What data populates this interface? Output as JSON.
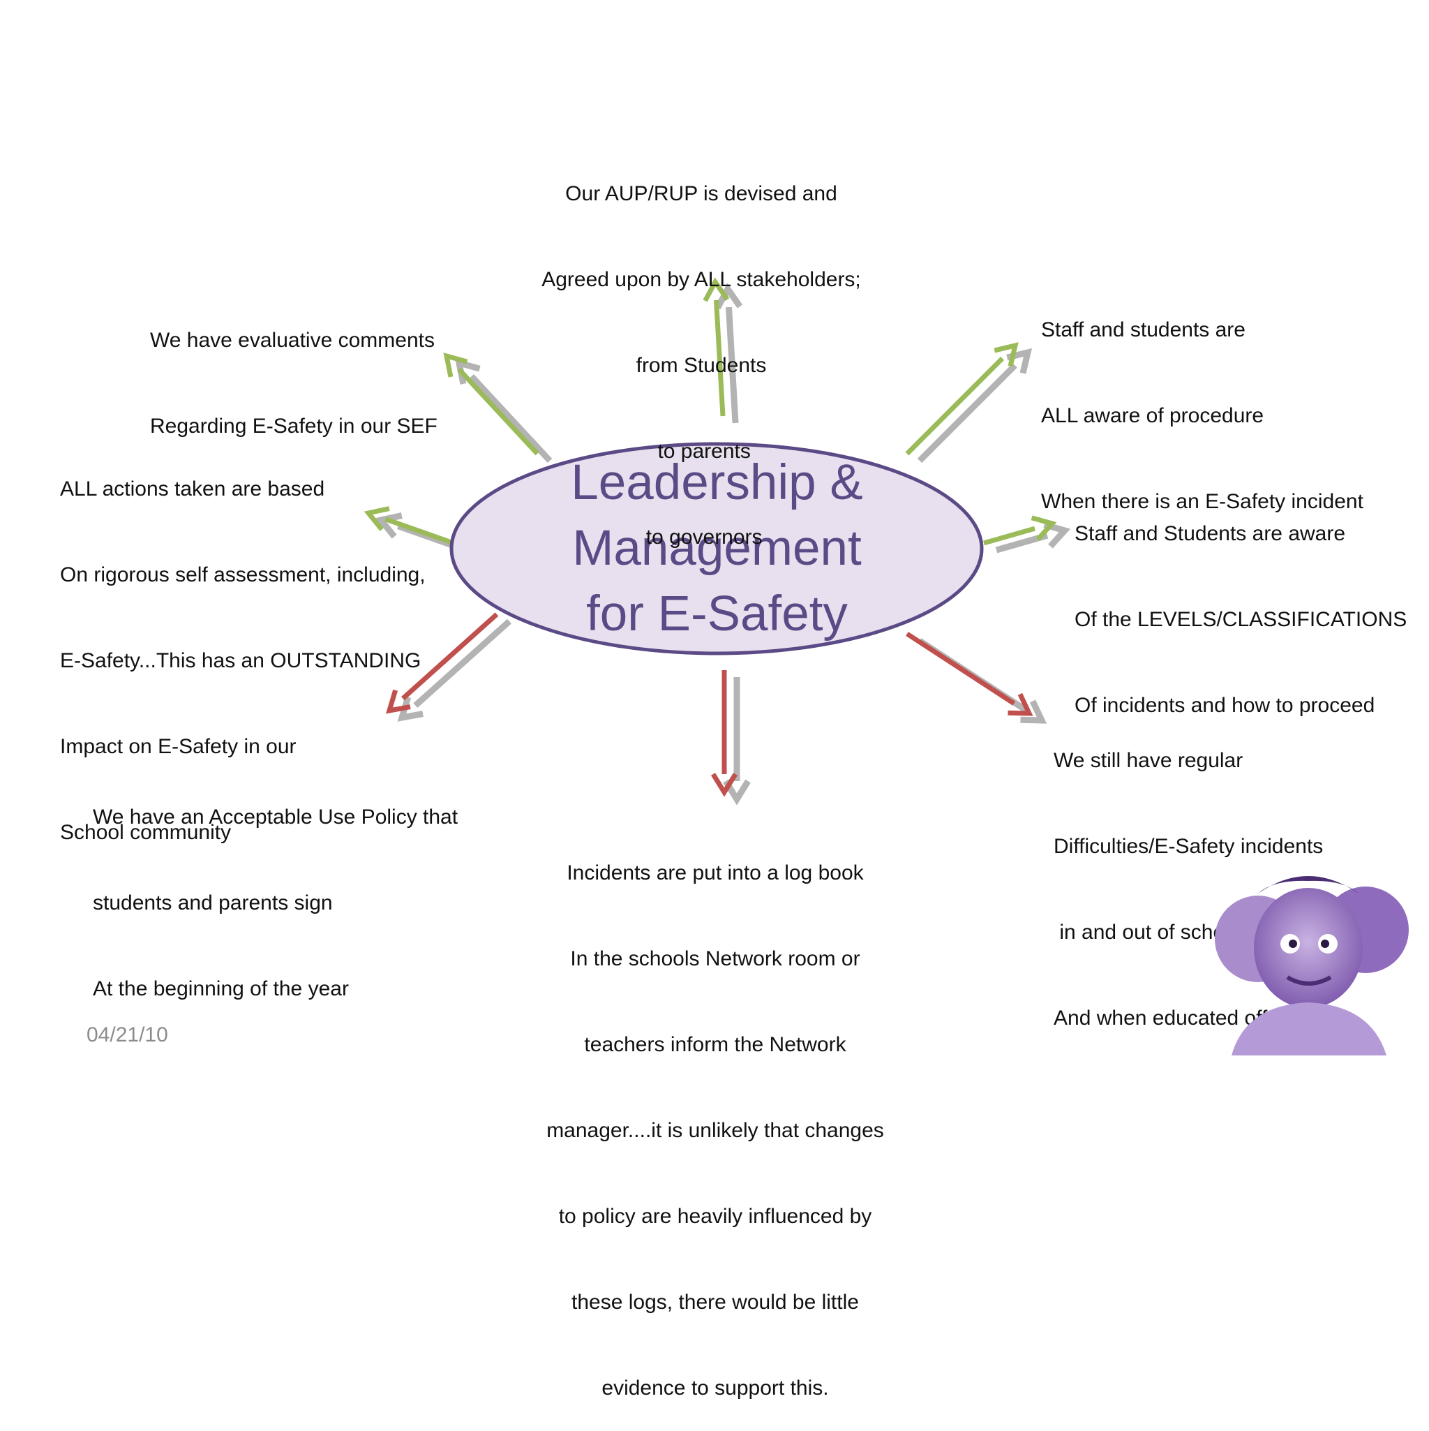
{
  "colors": {
    "ellipse_fill": "#e8e0ee",
    "ellipse_stroke": "#5b4a86",
    "title": "#5b4a86",
    "arrow_positive": "#9bbb59",
    "arrow_negative": "#c0504d",
    "arrow_shadow": "#a6a6a6",
    "date": "#8c8c8c",
    "photo_tint": "#8e6bbd"
  },
  "center": {
    "title_lines": [
      "Leadership &",
      "Management",
      "for E-Safety"
    ]
  },
  "boxes": {
    "top": {
      "lines": [
        "Our AUP/RUP is devised and",
        "Agreed upon by ALL stakeholders;",
        "from Students",
        " to parents",
        " to governors"
      ],
      "arrow": "green"
    },
    "top_left": {
      "lines": [
        "We have evaluative comments",
        "Regarding E-Safety in our SEF"
      ],
      "arrow": "green"
    },
    "top_right": {
      "lines": [
        "Staff and students are",
        "ALL aware of procedure",
        "When there is an E-Safety incident"
      ],
      "arrow": "green"
    },
    "left": {
      "lines": [
        "ALL actions taken are based",
        "On rigorous self assessment, including,",
        "E-Safety...This has an OUTSTANDING",
        "Impact on E-Safety in our",
        "School community"
      ],
      "arrow": "green"
    },
    "right": {
      "lines": [
        "Staff and Students are aware",
        "Of the LEVELS/CLASSIFICATIONS",
        "Of incidents and how to proceed"
      ],
      "arrow": "green"
    },
    "bottom_left": {
      "lines": [
        "We have an Acceptable Use Policy that",
        "students and parents sign",
        "At the beginning of the year"
      ],
      "arrow": "red"
    },
    "bottom_right": {
      "lines": [
        "We still have regular",
        "Difficulties/E-Safety incidents",
        " in and out of school",
        "And when educated off site"
      ],
      "arrow": "red"
    },
    "bottom": {
      "lines": [
        "Incidents are put into a log book",
        "In the schools Network room or",
        "teachers inform the Network",
        "manager....it is unlikely that changes",
        "to policy are heavily influenced by",
        "these logs, there would be little",
        "evidence to support this."
      ],
      "arrow": "red"
    }
  },
  "footer": {
    "date": "04/21/10"
  },
  "photo": {
    "description_icon": "children-photo-icon"
  }
}
